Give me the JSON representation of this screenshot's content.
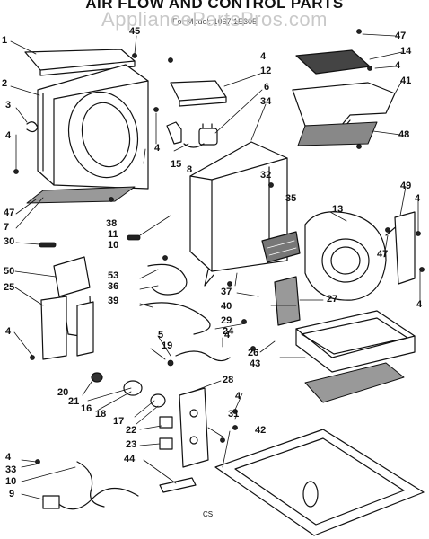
{
  "title": "AIR FLOW AND CONTROL PARTS",
  "watermark": "AppliancePartsPros.com",
  "subtitle_partial": "For Model: 1067 1E305",
  "code": "CS",
  "part_numbers": {
    "p1": "1",
    "p2": "2",
    "p3": "3",
    "p4": "4",
    "p5": "5",
    "p6": "6",
    "p7": "7",
    "p8": "8",
    "p9": "9",
    "p10": "10",
    "p11": "11",
    "p12": "12",
    "p13": "13",
    "p14": "14",
    "p15": "15",
    "p16": "16",
    "p17": "17",
    "p18": "18",
    "p19": "19",
    "p20": "20",
    "p21": "21",
    "p22": "22",
    "p23": "23",
    "p24": "24",
    "p25": "25",
    "p26": "26",
    "p27": "27",
    "p28": "28",
    "p29": "29",
    "p30": "30",
    "p31": "31",
    "p32": "32",
    "p33": "33",
    "p34": "34",
    "p35": "35",
    "p36": "36",
    "p37": "37",
    "p38": "38",
    "p39": "39",
    "p40": "40",
    "p41": "41",
    "p42": "42",
    "p43": "43",
    "p44": "44",
    "p45": "45",
    "p47": "47",
    "p48": "48",
    "p49": "49",
    "p50": "50",
    "p53": "53"
  }
}
